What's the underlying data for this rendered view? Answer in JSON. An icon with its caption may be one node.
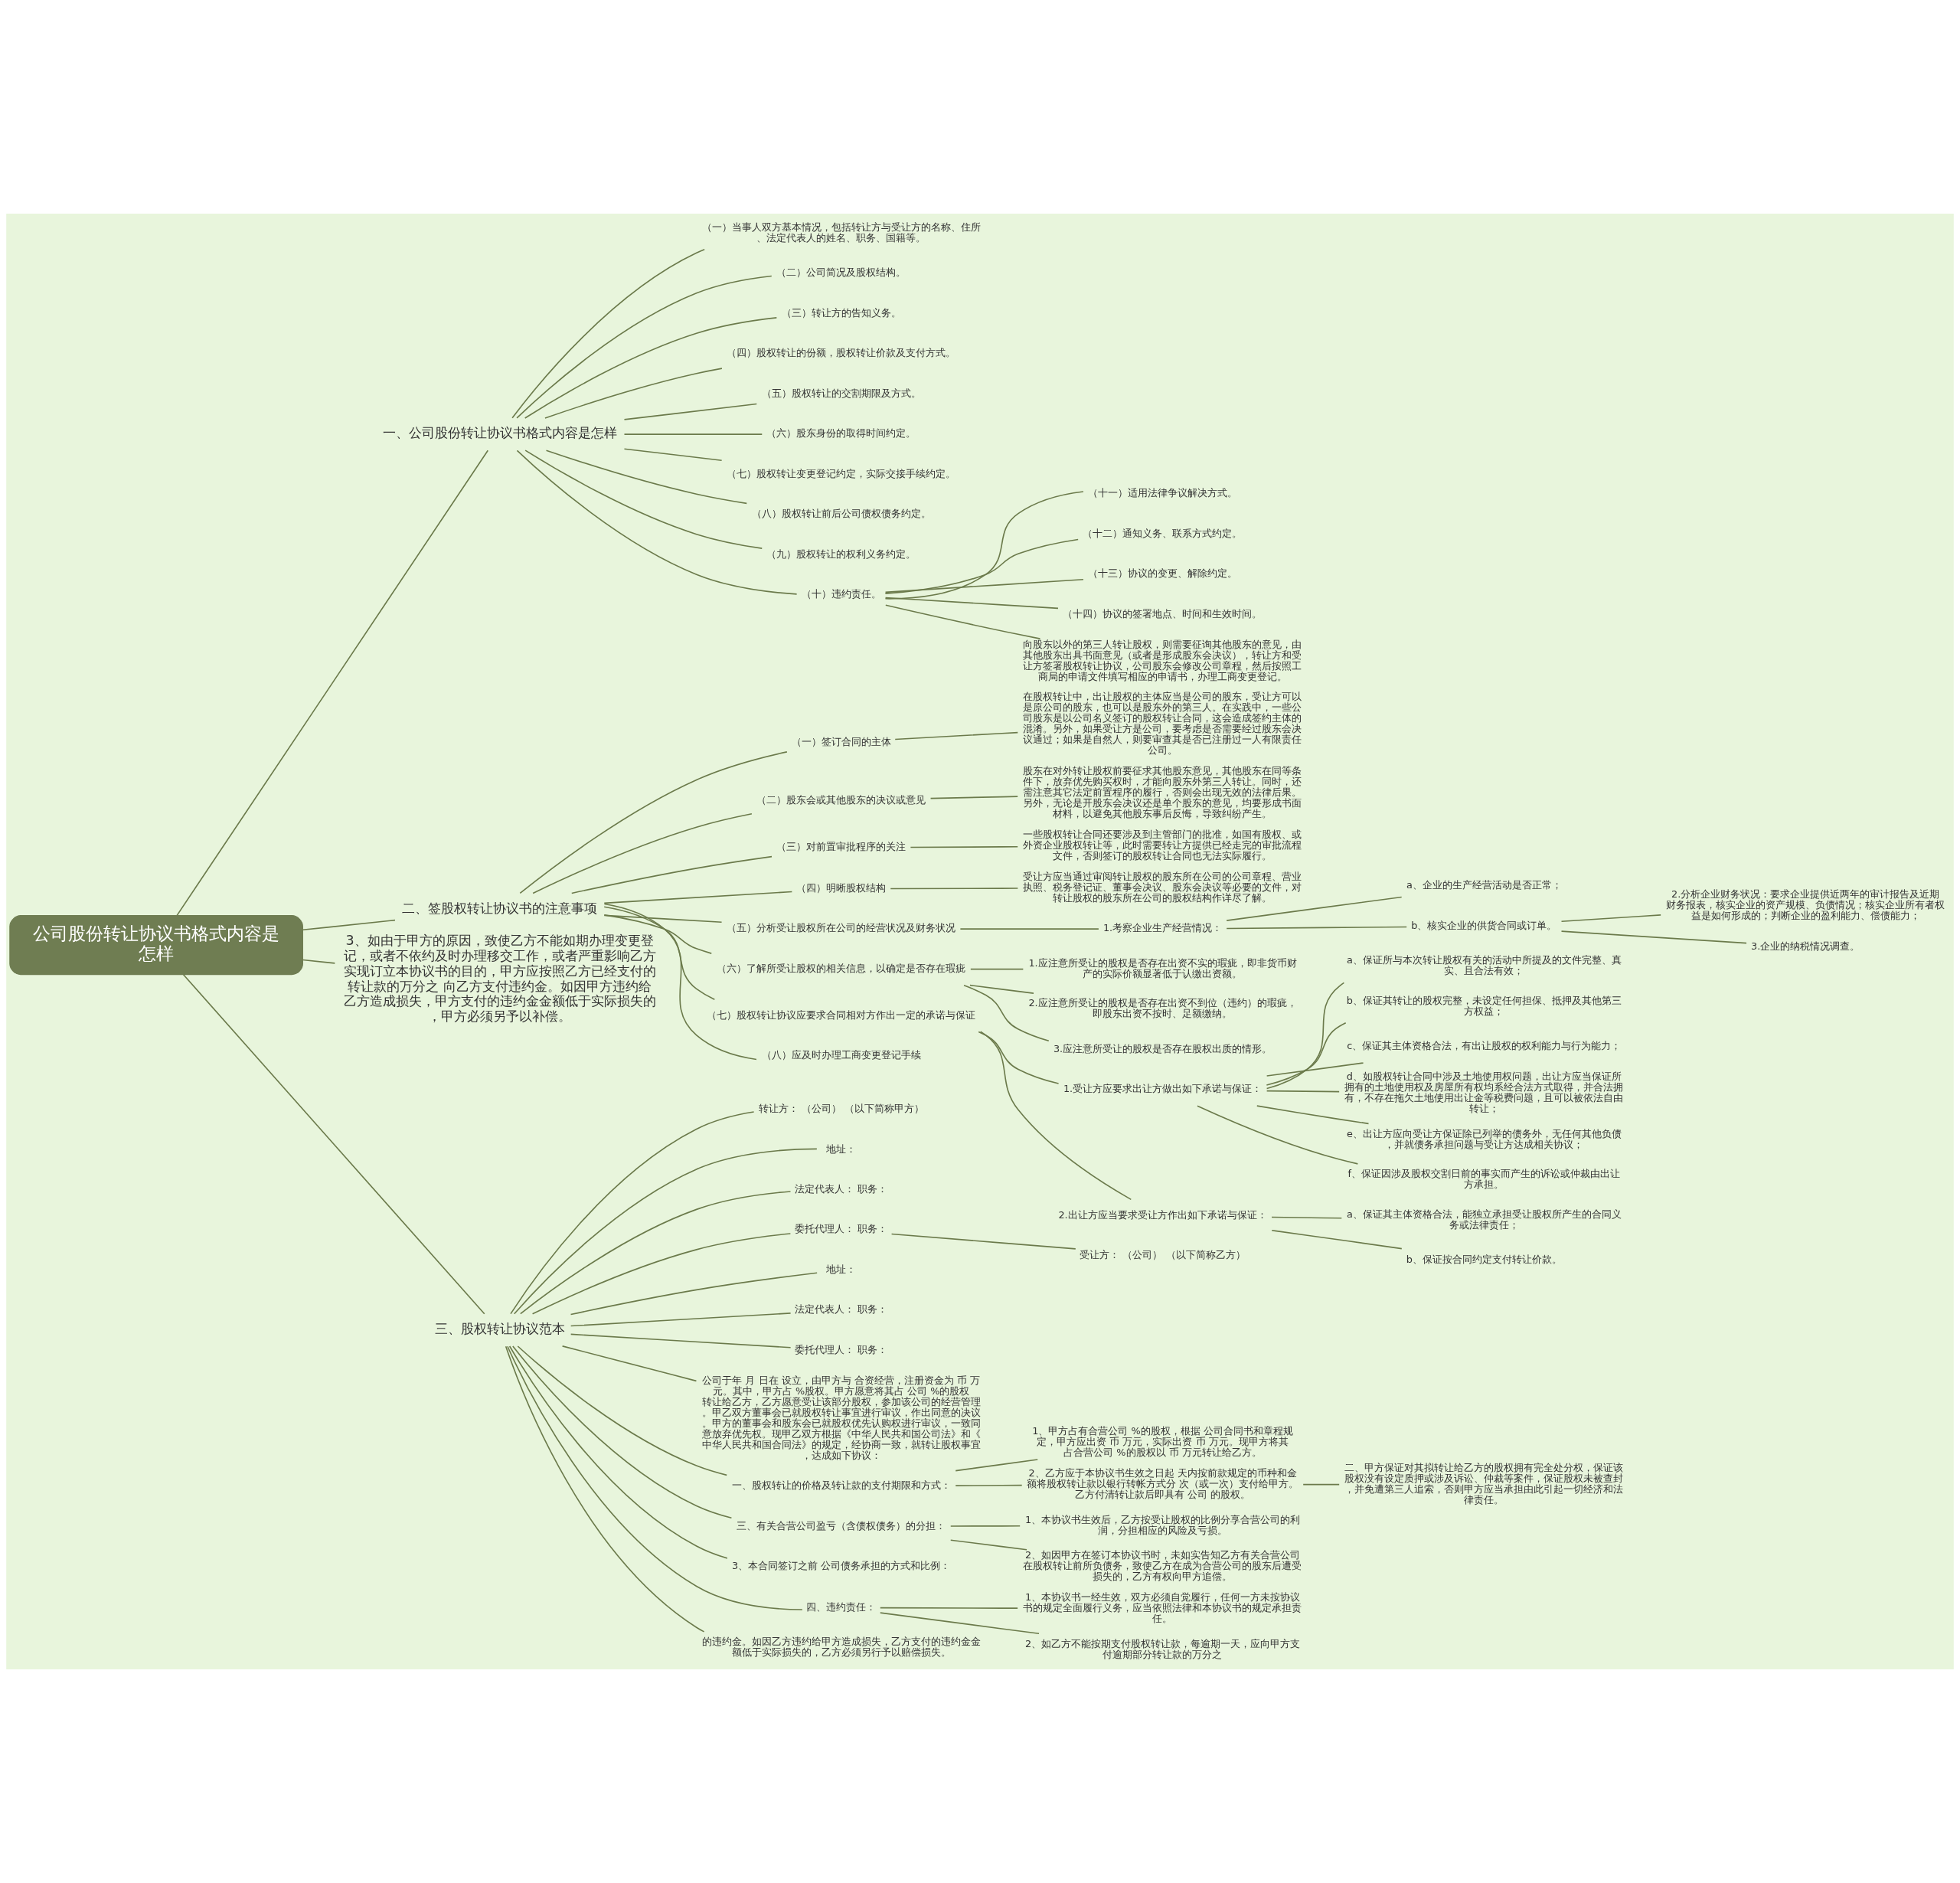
{
  "diagram": {
    "nodes": [
      {
        "text": [
          "公司股份转让协议书格式内容是怎样"
        ]
      },
      {
        "text": [
          "一、公司股份转让协议书格式内容是怎样"
        ]
      },
      {
        "text": [
          "（一）当事人双方基本情况，包括转让方与受让方的名称、住所、法定代表人的姓名、职务、国籍等。"
        ]
      },
      {
        "text": [
          "（二）公司简况及股权结构。"
        ]
      },
      {
        "text": [
          "（三）转让方的告知义务。"
        ]
      },
      {
        "text": [
          "（四）股权转让的份额，股权转让价款及支付方式。"
        ]
      },
      {
        "text": [
          "（五）股权转让的交割期限及方式。"
        ]
      },
      {
        "text": [
          "（六）股东身份的取得时间约定。"
        ]
      },
      {
        "text": [
          "（七）股权转让变更登记约定，实际交接手续约定。"
        ]
      },
      {
        "text": [
          "（八）股权转让前后公司债权债务约定。"
        ]
      },
      {
        "text": [
          "（九）股权转让的权利义务约定。"
        ]
      },
      {
        "text": [
          "（十）违约责任。"
        ]
      },
      {
        "text": [
          "（十一）适用法律争议解决方式。"
        ]
      },
      {
        "text": [
          "（十二）通知义务、联系方式约定。"
        ]
      },
      {
        "text": [
          "（十三）协议的变更、解除约定。"
        ]
      },
      {
        "text": [
          "（十四）协议的签署地点、时间和生效时间。"
        ]
      },
      {
        "text": [
          "向股东以外的第三人转让股权，则需要征询其他股东的意见，由其他股东出具书面意见（或者是形成股东会决议），转让方和受让方签署股权转让协议，公司股东会修改公司章程，然后按照工商局的申请文件填写相应的申请书，办理工商变更登记。"
        ]
      },
      {
        "text": [
          "二、签股权转让协议书的注意事项"
        ]
      },
      {
        "text": [
          "（一）签订合同的主体"
        ]
      },
      {
        "text": [
          "在股权转让中，出让股权的主体应当是公司的股东，受让方可以是原公司的股东，也可以是股东外的第三人。在实践中，一些公司股东是以公司名义签订的股权转让合同，这会造成签约主体的混淆。另外，如果受让方是公司，要考虑是否需要经过股东会决议通过；如果是自然人，则要审查其是否已注册过一人有限责任公司。"
        ]
      },
      {
        "text": [
          "（二）股东会或其他股东的决议或意见"
        ]
      },
      {
        "text": [
          "股东在对外转让股权前要征求其他股东意见，其他股东在同等条件下，放弃优先购买权时，才能向股东外第三人转让。同时，还需注意其它法定前置程序的履行，否则会出现无效的法律后果。另外，无论是开股东会决议还是单个股东的意见，均要形成书面材料，以避免其他股东事后反悔，导致纠纷产生。"
        ]
      },
      {
        "text": [
          "（三）对前置审批程序的关注"
        ]
      },
      {
        "text": [
          "一些股权转让合同还要涉及到主管部门的批准，如国有股权、或外资企业股权转让等，此时需要转让方提供已经走完的审批流程文件，否则签订的股权转让合同也无法实际履行。"
        ]
      },
      {
        "text": [
          "（四）明晰股权结构"
        ]
      },
      {
        "text": [
          "受让方应当通过审阅转让股权的股东所在公司的公司章程、营业执照、税务登记证、董事会决议、股东会决议等必要的文件，对转让股权的股东所在公司的股权结构作详尽了解。"
        ]
      },
      {
        "text": [
          "（五）分析受让股权所在公司的经营状况及财务状况"
        ]
      },
      {
        "text": [
          "1.考察企业生产经营情况："
        ]
      },
      {
        "text": [
          "a、企业的生产经营活动是否正常；"
        ]
      },
      {
        "text": [
          "b、核实企业的供货合同或订单。"
        ]
      },
      {
        "text": [
          "2.分析企业财务状况：要求企业提供近两年的审计报告及近期财务报表，核实企业的资产规模、负债情况；核实企业所有者权益是如何形成的；判断企业的盈利能力、偿债能力；"
        ]
      },
      {
        "text": [
          "3.企业的纳税情况调查。"
        ]
      },
      {
        "text": [
          "（六）了解所受让股权的相关信息，以确定是否存在瑕疵"
        ]
      },
      {
        "text": [
          "1.应注意所受让的股权是否存在出资不实的瑕疵，即非货币财产的实际价额显著低于认缴出资额。"
        ]
      },
      {
        "text": [
          "2.应注意所受让的股权是否存在出资不到位（违约）的瑕疵，即股东出资不按时、足额缴纳。"
        ]
      },
      {
        "text": [
          "3.应注意所受让的股权是否存在股权出质的情形。"
        ]
      },
      {
        "text": [
          "（七）股权转让协议应要求合同相对方作出一定的承诺与保证"
        ]
      },
      {
        "text": [
          "1.受让方应要求出让方做出如下承诺与保证："
        ]
      },
      {
        "text": [
          "a、保证所与本次转让股权有关的活动中所提及的文件完整、真实、且合法有效；"
        ]
      },
      {
        "text": [
          "b、保证其转让的股权完整，未设定任何担保、抵押及其他第三方权益；"
        ]
      },
      {
        "text": [
          "c、保证其主体资格合法，有出让股权的权利能力与行为能力；"
        ]
      },
      {
        "text": [
          "d、如股权转让合同中涉及土地使用权问题，出让方应当保证所拥有的土地使用权及房屋所有权均系经合法方式取得，并合法拥有，不存在拖欠土地使用出让金等税费问题，且可以被依法自由转让；"
        ]
      },
      {
        "text": [
          "e、出让方应向受让方保证除已列举的债务外，无任何其他负债，并就债务承担问题与受让方达成相关协议；"
        ]
      },
      {
        "text": [
          "f、保证因涉及股权交割日前的事实而产生的诉讼或仲裁由出让方承担。"
        ]
      },
      {
        "text": [
          "2.出让方应当要求受让方作出如下承诺与保证："
        ]
      },
      {
        "text": [
          "a、保证其主体资格合法，能独立承担受让股权所产生的合同义务或法律责任；"
        ]
      },
      {
        "text": [
          "b、保证按合同约定支付转让价款。"
        ]
      },
      {
        "text": [
          "（八）应及时办理工商变更登记手续"
        ]
      },
      {
        "text": [
          "3、如由于甲方的原因，致使乙方不能如期办理变更登记，或者不依约及时办理移交工作，或者严重影响乙方实现订立本协议书的目的，甲方应按照乙方已经支付的转让款的万分之 向乙方支付违约金。如因甲方违约给乙方造成损失，甲方支付的违约金金额低于实际损失的，甲方必须另予以补偿。"
        ]
      },
      {
        "text": [
          "三、股权转让协议范本"
        ]
      },
      {
        "text": [
          "转让方： （公司） （以下简称甲方）"
        ]
      },
      {
        "text": [
          "地址："
        ]
      },
      {
        "text": [
          "法定代表人： 职务："
        ]
      },
      {
        "text": [
          "委托代理人： 职务："
        ]
      },
      {
        "text": [
          "受让方： （公司） （以下简称乙方）"
        ]
      },
      {
        "text": [
          "地址："
        ]
      },
      {
        "text": [
          "法定代表人： 职务："
        ]
      },
      {
        "text": [
          "委托代理人： 职务："
        ]
      },
      {
        "text": [
          "公司于年 月 日在 设立，由甲方与 合资经营，注册资金为 币 万元。其中，甲方占 %股权。甲方愿意将其占 公司 %的股权转让给乙方，乙方愿意受让该部分股权，参加该公司的经营管理。甲乙双方董事会已就股权转让事宜进行审议，作出同意的决议。甲方的董事会和股东会已就股权优先认购权进行审议，一致同意放弃优先权。现甲乙双方根据《中华人民共和国公司法》和《中华人民共和国合同法》的规定，经协商一致，就转让股权事宜，达成如下协议："
        ]
      },
      {
        "text": [
          "一、股权转让的价格及转让款的支付期限和方式："
        ]
      },
      {
        "text": [
          "1、甲方占有合营公司 %的股权，根据 公司合同书和章程规定，甲方应出资 币 万元，实际出资 币 万元。现甲方将其占合营公司 %的股权以 币 万元转让给乙方。"
        ]
      },
      {
        "text": [
          "2、乙方应于本协议书生效之日起 天内按前款规定的币种和金额将股权转让款以银行转帐方式分 次（或一次）支付给甲方。乙方付清转让款后即具有 公司 的股权。"
        ]
      },
      {
        "text": [
          "二、甲方保证对其拟转让给乙方的股权拥有完全处分权，保证该股权没有设定质押或涉及诉讼、仲裁等案件，保证股权未被查封，并免遭第三人追索，否则甲方应当承担由此引起一切经济和法律责任。"
        ]
      },
      {
        "text": [
          "三、有关合营公司盈亏（含债权债务）的分担："
        ]
      },
      {
        "text": [
          "1、本协议书生效后，乙方按受让股权的比例分享合营公司的利润，分担相应的风险及亏损。"
        ]
      },
      {
        "text": [
          "2、如因甲方在签订本协议书时，未如实告知乙方有关合营公司在股权转让前所负债务，致使乙方在成为合营公司的股东后遭受损失的，乙方有权向甲方追偿。"
        ]
      },
      {
        "text": [
          "3、本合同签订之前 公司债务承担的方式和比例："
        ]
      },
      {
        "text": [
          "四、违约责任："
        ]
      },
      {
        "text": [
          "1、本协议书一经生效，双方必须自觉履行，任何一方未按协议书的规定全面履行义务，应当依照法律和本协议书的规定承担责任。"
        ]
      },
      {
        "text": [
          "2、如乙方不能按期支付股权转让款，每逾期一天，应向甲方支付逾期部分转让款的万分之"
        ]
      },
      {
        "text": [
          "的违约金。如因乙方违约给甲方造成损失，乙方支付的违约金金额低于实际损失的，乙方必须另行予以赔偿损失。"
        ]
      }
    ],
    "edges": [
      {
        "from": 0,
        "to": 1,
        "arrow": "none"
      },
      {
        "from": 1,
        "to": 2,
        "arrow": "none"
      },
      {
        "from": 1,
        "to": 3,
        "arrow": "none"
      },
      {
        "from": 1,
        "to": 4,
        "arrow": "none"
      },
      {
        "from": 1,
        "to": 5,
        "arrow": "none"
      },
      {
        "from": 1,
        "to": 6,
        "arrow": "none"
      },
      {
        "from": 1,
        "to": 7,
        "arrow": "none"
      },
      {
        "from": 1,
        "to": 8,
        "arrow": "none"
      },
      {
        "from": 1,
        "to": 9,
        "arrow": "none"
      },
      {
        "from": 1,
        "to": 10,
        "arrow": "none"
      },
      {
        "from": 1,
        "to": 11,
        "arrow": "none"
      },
      {
        "from": 11,
        "to": 12,
        "arrow": "none"
      },
      {
        "from": 11,
        "to": 13,
        "arrow": "none"
      },
      {
        "from": 11,
        "to": 14,
        "arrow": "none"
      },
      {
        "from": 11,
        "to": 15,
        "arrow": "none"
      },
      {
        "from": 11,
        "to": 16,
        "arrow": "none"
      },
      {
        "from": 0,
        "to": 17,
        "arrow": "none"
      },
      {
        "from": 17,
        "to": 18,
        "arrow": "none"
      },
      {
        "from": 18,
        "to": 19,
        "arrow": "none"
      },
      {
        "from": 17,
        "to": 20,
        "arrow": "none"
      },
      {
        "from": 20,
        "to": 21,
        "arrow": "none"
      },
      {
        "from": 17,
        "to": 22,
        "arrow": "none"
      },
      {
        "from": 22,
        "to": 23,
        "arrow": "none"
      },
      {
        "from": 17,
        "to": 24,
        "arrow": "none"
      },
      {
        "from": 24,
        "to": 25,
        "arrow": "none"
      },
      {
        "from": 17,
        "to": 26,
        "arrow": "none"
      },
      {
        "from": 26,
        "to": 27,
        "arrow": "none"
      },
      {
        "from": 27,
        "to": 28,
        "arrow": "none"
      },
      {
        "from": 27,
        "to": 29,
        "arrow": "none"
      },
      {
        "from": 29,
        "to": 30,
        "arrow": "none"
      },
      {
        "from": 29,
        "to": 31,
        "arrow": "none"
      },
      {
        "from": 17,
        "to": 32,
        "arrow": "none"
      },
      {
        "from": 32,
        "to": 33,
        "arrow": "none"
      },
      {
        "from": 32,
        "to": 34,
        "arrow": "none"
      },
      {
        "from": 32,
        "to": 35,
        "arrow": "none"
      },
      {
        "from": 17,
        "to": 36,
        "arrow": "none"
      },
      {
        "from": 36,
        "to": 37,
        "arrow": "none"
      },
      {
        "from": 37,
        "to": 38,
        "arrow": "none"
      },
      {
        "from": 37,
        "to": 39,
        "arrow": "none"
      },
      {
        "from": 37,
        "to": 40,
        "arrow": "none"
      },
      {
        "from": 37,
        "to": 41,
        "arrow": "none"
      },
      {
        "from": 37,
        "to": 42,
        "arrow": "none"
      },
      {
        "from": 37,
        "to": 43,
        "arrow": "none"
      },
      {
        "from": 36,
        "to": 44,
        "arrow": "none"
      },
      {
        "from": 44,
        "to": 45,
        "arrow": "none"
      },
      {
        "from": 44,
        "to": 46,
        "arrow": "none"
      },
      {
        "from": 17,
        "to": 47,
        "arrow": "none"
      },
      {
        "from": 0,
        "to": 48,
        "arrow": "none"
      },
      {
        "from": 0,
        "to": 49,
        "arrow": "none"
      },
      {
        "from": 49,
        "to": 50,
        "arrow": "none"
      },
      {
        "from": 49,
        "to": 51,
        "arrow": "none"
      },
      {
        "from": 49,
        "to": 52,
        "arrow": "none"
      },
      {
        "from": 49,
        "to": 53,
        "arrow": "none"
      },
      {
        "from": 53,
        "to": 54,
        "arrow": "none"
      },
      {
        "from": 49,
        "to": 55,
        "arrow": "none"
      },
      {
        "from": 49,
        "to": 56,
        "arrow": "none"
      },
      {
        "from": 49,
        "to": 57,
        "arrow": "none"
      },
      {
        "from": 49,
        "to": 58,
        "arrow": "none"
      },
      {
        "from": 49,
        "to": 59,
        "arrow": "none"
      },
      {
        "from": 59,
        "to": 60,
        "arrow": "none"
      },
      {
        "from": 59,
        "to": 61,
        "arrow": "none"
      },
      {
        "from": 61,
        "to": 62,
        "arrow": "none"
      },
      {
        "from": 49,
        "to": 63,
        "arrow": "none"
      },
      {
        "from": 63,
        "to": 64,
        "arrow": "none"
      },
      {
        "from": 63,
        "to": 65,
        "arrow": "none"
      },
      {
        "from": 49,
        "to": 66,
        "arrow": "none"
      },
      {
        "from": 49,
        "to": 67,
        "arrow": "none"
      },
      {
        "from": 67,
        "to": 68,
        "arrow": "none"
      },
      {
        "from": 67,
        "to": 69,
        "arrow": "none"
      },
      {
        "from": 49,
        "to": 70,
        "arrow": "none"
      }
    ]
  }
}
